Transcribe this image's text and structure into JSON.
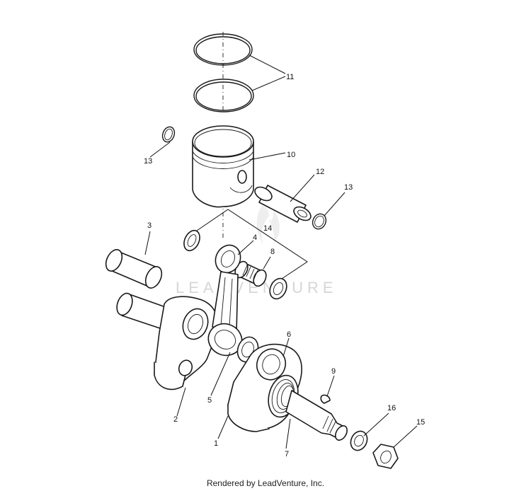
{
  "watermark": {
    "text": "LEADVENTURE"
  },
  "footer": {
    "credit": "Rendered by LeadVenture, Inc."
  },
  "callouts": {
    "c1": "1",
    "c2": "2",
    "c3": "3",
    "c4": "4",
    "c5": "5",
    "c6": "6",
    "c7": "7",
    "c8": "8",
    "c9": "9",
    "c10": "10",
    "c11": "11",
    "c12": "12",
    "c13a": "13",
    "c13b": "13",
    "c14": "14",
    "c15": "15",
    "c16": "16"
  }
}
